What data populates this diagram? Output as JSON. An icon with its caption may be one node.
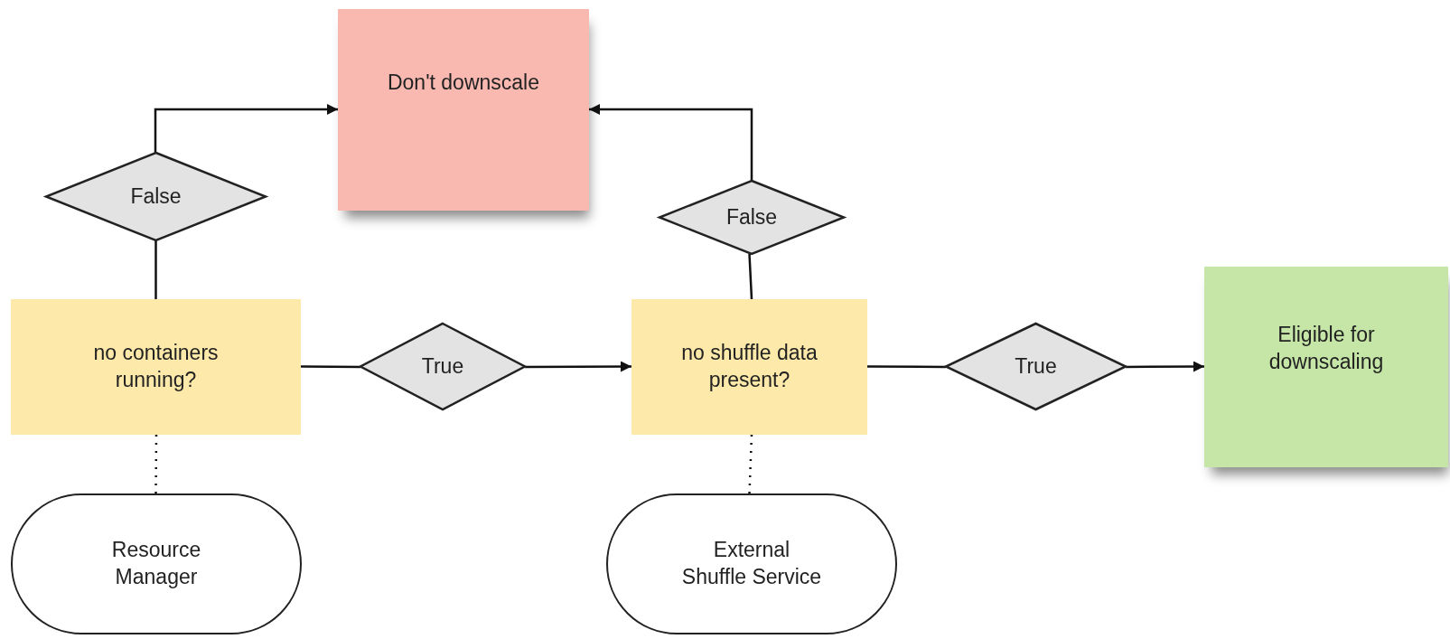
{
  "diagram": {
    "nodes": [
      {
        "text": [
          "Don't downscale"
        ]
      },
      {
        "text": [
          "False"
        ]
      },
      {
        "text": [
          "False"
        ]
      },
      {
        "text": [
          "no containers running?"
        ]
      },
      {
        "text": [
          "True"
        ]
      },
      {
        "text": [
          "no shuffle data present?"
        ]
      },
      {
        "text": [
          "True"
        ]
      },
      {
        "text": [
          "Eligible for downscaling"
        ]
      },
      {
        "text": [
          "Resource Manager"
        ]
      },
      {
        "text": [
          "External Shuffle Service"
        ]
      }
    ],
    "edges": [
      {
        "from": 3,
        "to": 1,
        "arrow": "none"
      },
      {
        "from": 1,
        "to": 0,
        "arrow": "to"
      },
      {
        "from": 5,
        "to": 2,
        "arrow": "none"
      },
      {
        "from": 2,
        "to": 0,
        "arrow": "to"
      },
      {
        "from": 3,
        "to": 4,
        "arrow": "none"
      },
      {
        "from": 4,
        "to": 5,
        "arrow": "to"
      },
      {
        "from": 5,
        "to": 6,
        "arrow": "none"
      },
      {
        "from": 6,
        "to": 7,
        "arrow": "to"
      },
      {
        "from": 3,
        "to": 8,
        "arrow": "none",
        "style": "dashed"
      },
      {
        "from": 5,
        "to": 9,
        "arrow": "none",
        "style": "dashed"
      }
    ]
  }
}
